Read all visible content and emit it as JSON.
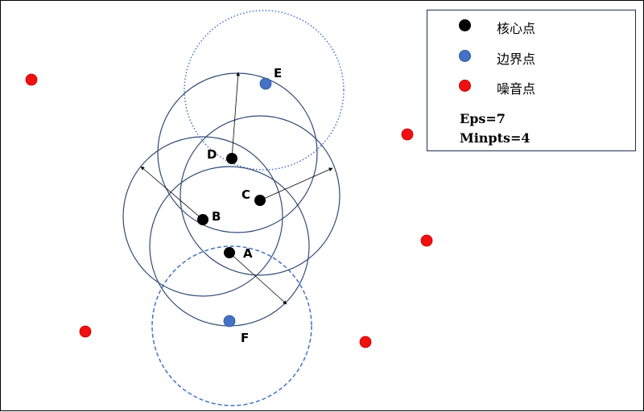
{
  "colors": {
    "core": "#000000",
    "border": "#4472C4",
    "noise": "#EE1111",
    "circle": "#2F4A73"
  },
  "legend": {
    "items": [
      {
        "label": "核心点",
        "kind": "core"
      },
      {
        "label": "边界点",
        "kind": "border"
      },
      {
        "label": "噪音点",
        "kind": "noise"
      }
    ],
    "eps": "Eps=7",
    "minpts": "Minpts=4"
  },
  "points": {
    "A": {
      "label": "A",
      "kind": "core"
    },
    "B": {
      "label": "B",
      "kind": "core"
    },
    "C": {
      "label": "C",
      "kind": "core"
    },
    "D": {
      "label": "D",
      "kind": "core"
    },
    "E": {
      "label": "E",
      "kind": "border"
    },
    "F": {
      "label": "F",
      "kind": "border"
    }
  }
}
